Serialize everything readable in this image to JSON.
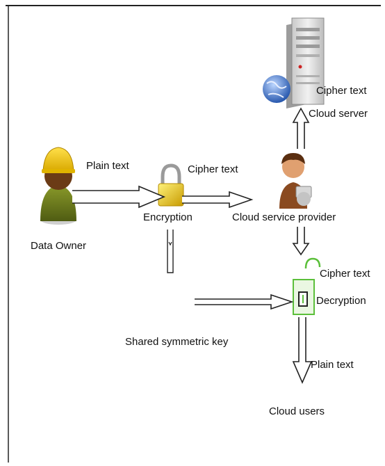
{
  "labels": {
    "data_owner": "Data Owner",
    "plain_text_top": "Plain text",
    "cipher_text_mid": "Cipher text",
    "encryption": "Encryption",
    "cloud_service_provider": "Cloud service provider",
    "cipher_text_server": "Cipher text",
    "cloud_server": "Cloud server",
    "cipher_text_decrypt": "Cipher text",
    "decryption": "Decryption",
    "shared_symmetric_key": "Shared symmetric key",
    "plain_text_bottom": "Plain text",
    "cloud_users": "Cloud users"
  },
  "icons": {
    "data_owner": "worker-with-hard-hat-icon",
    "encryption": "padlock-icon",
    "cloud_service_provider": "person-with-laptop-icon",
    "cloud_server": "server-tower-with-globe-icon",
    "decryption": "open-padlock-icon"
  },
  "colors": {
    "hard_hat": "#f2c818",
    "body_green": "#6e7f1f",
    "lock_gold": "#e8c21a",
    "decrypt_lock": "#5bbf3a",
    "arrow_stroke": "#222222"
  }
}
